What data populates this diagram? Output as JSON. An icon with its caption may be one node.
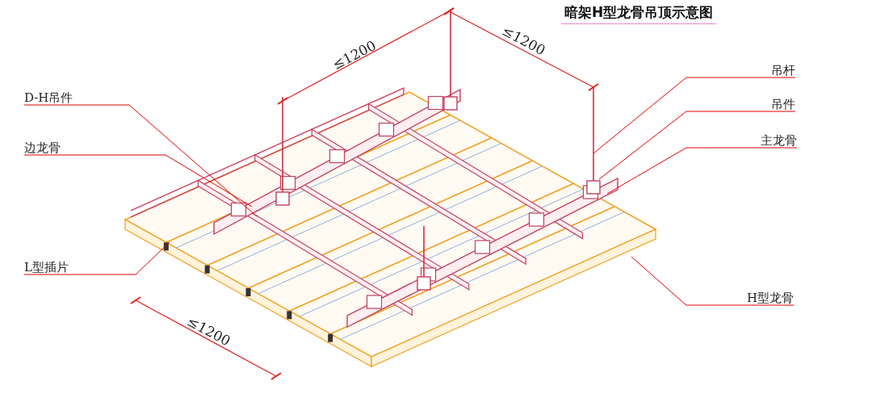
{
  "diagram": {
    "title": "暗架H型龙骨吊顶示意图",
    "nodes": [
      {
        "text": [
          "D-H吊件"
        ]
      },
      {
        "text": [
          "边龙骨"
        ]
      },
      {
        "text": [
          "L型插片"
        ]
      },
      {
        "text": [
          "吊杆"
        ]
      },
      {
        "text": [
          "吊件"
        ]
      },
      {
        "text": [
          "主龙骨"
        ]
      },
      {
        "text": [
          "H型龙骨"
        ]
      }
    ],
    "edges": [
      {
        "from": 0,
        "to": null,
        "arrow": "none"
      },
      {
        "from": 1,
        "to": null,
        "arrow": "none"
      },
      {
        "from": 2,
        "to": null,
        "arrow": "none"
      },
      {
        "from": 3,
        "to": null,
        "arrow": "none"
      },
      {
        "from": 4,
        "to": null,
        "arrow": "none"
      },
      {
        "from": 5,
        "to": null,
        "arrow": "none"
      },
      {
        "from": 6,
        "to": null,
        "arrow": "none"
      }
    ],
    "labels": [
      "≤1200",
      "≤1200",
      "≤1200"
    ]
  }
}
